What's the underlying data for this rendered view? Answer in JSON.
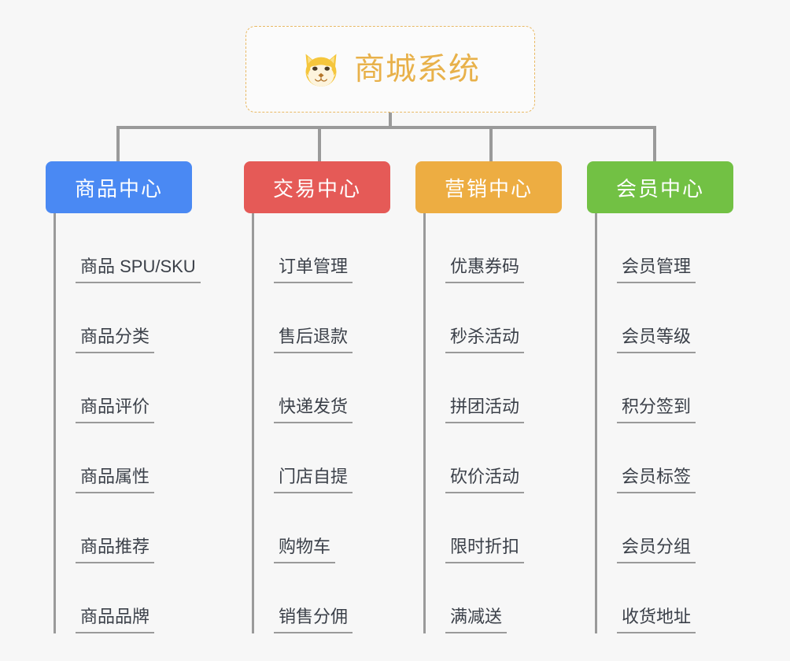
{
  "root": {
    "title": "商城系统",
    "icon": "shiba-inu-dog-face-icon",
    "title_color": "#e8b14a",
    "border_color": "#e9b964"
  },
  "connector_color": "#9a9a9a",
  "background_color": "#f7f7f7",
  "columns": [
    {
      "id": "product-center",
      "label": "商品中心",
      "color": "#4a89f3",
      "items": [
        "商品 SPU/SKU",
        "商品分类",
        "商品评价",
        "商品属性",
        "商品推荐",
        "商品品牌"
      ]
    },
    {
      "id": "trade-center",
      "label": "交易中心",
      "color": "#e55a57",
      "items": [
        "订单管理",
        "售后退款",
        "快递发货",
        "门店自提",
        "购物车",
        "销售分佣"
      ]
    },
    {
      "id": "marketing-center",
      "label": "营销中心",
      "color": "#edad42",
      "items": [
        "优惠券码",
        "秒杀活动",
        "拼团活动",
        "砍价活动",
        "限时折扣",
        "满减送"
      ]
    },
    {
      "id": "member-center",
      "label": "会员中心",
      "color": "#72c144",
      "items": [
        "会员管理",
        "会员等级",
        "积分签到",
        "会员标签",
        "会员分组",
        "收货地址"
      ]
    }
  ]
}
